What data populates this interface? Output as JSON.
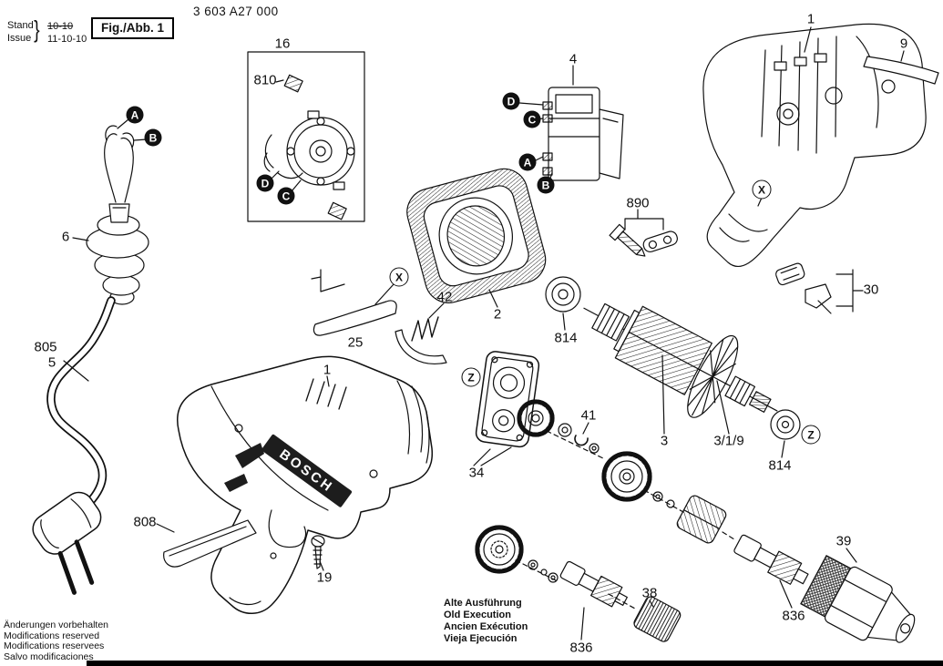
{
  "header": {
    "part_number": "3 603 A27 000",
    "stand_label": "Stand",
    "issue_label": "Issue",
    "brace": "}",
    "date_old": "10-10",
    "date_new": "11-10-10",
    "figure": "Fig./Abb. 1"
  },
  "brand": "BOSCH",
  "colors": {
    "ink": "#111111"
  },
  "markers": {
    "A": "A",
    "B": "B",
    "C": "C",
    "D": "D",
    "X": "X",
    "Z": "Z"
  },
  "labels": {
    "n16": "16",
    "n810": "810",
    "n4": "4",
    "n1_housing": "1",
    "n9": "9",
    "n890": "890",
    "n30": "30",
    "n6": "6",
    "n805": "805",
    "n5": "5",
    "n2": "2",
    "n42": "42",
    "n25": "25",
    "n814_left": "814",
    "n3": "3",
    "n3_1_9": "3/1/9",
    "n814_right": "814",
    "n41": "41",
    "n34": "34",
    "n1_drill": "1",
    "n808": "808",
    "n19": "19",
    "n38": "38",
    "n836_old": "836",
    "n836_new": "836",
    "n39": "39"
  },
  "old_execution": {
    "line1": "Alte Ausführung",
    "line2": "Old Execution",
    "line3": "Ancien Exécution",
    "line4": "Vieja Ejecución"
  },
  "footer": {
    "line1": "Änderungen vorbehalten",
    "line2": "Modifications reserved",
    "line3": "Modifications reservees",
    "line4": "Salvo modificaciones"
  }
}
